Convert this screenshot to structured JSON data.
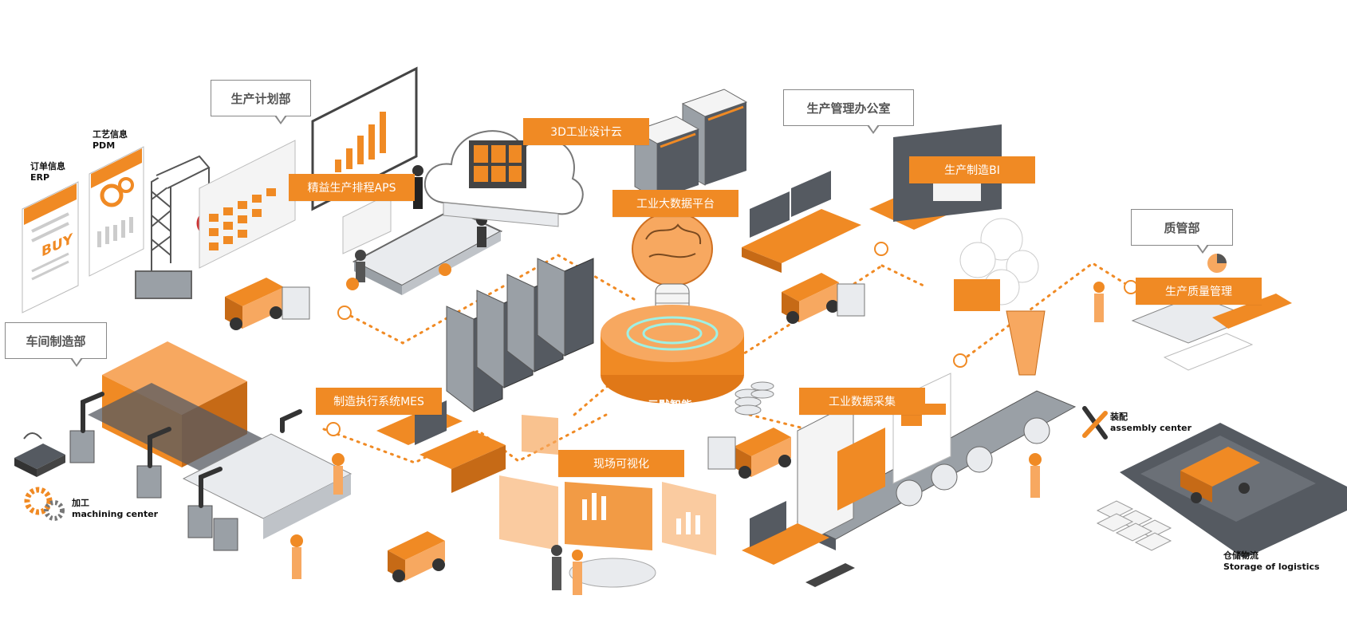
{
  "colors": {
    "accent": "#f08a24",
    "accent_light": "#f7a860",
    "accent_pale": "#fbd3ad",
    "dark_gray": "#555a61",
    "mid_gray": "#9aa0a6",
    "light_gray": "#e9ebee",
    "line": "#444444"
  },
  "labels": {
    "cloud_3d": "3D工业设计云",
    "aps": "精益生产排程APS",
    "big_data": "工业大数据平台",
    "bi": "生产制造BI",
    "quality_mgmt": "生产质量管理",
    "mes": "制造执行系统MES",
    "data_collect": "工业数据采集",
    "visualization": "现场可视化",
    "center": "元默智能"
  },
  "bubbles": {
    "planning": "生产计划部",
    "mgmt_office": "生产管理办公室",
    "quality_dept": "质管部",
    "workshop": "车间制造部"
  },
  "small": {
    "order_cn": "订单信息",
    "order_en": "ERP",
    "craft_cn": "工艺信息",
    "craft_en": "PDM",
    "process_cn": "加工",
    "process_en": "machining center",
    "assembly_cn": "装配",
    "assembly_en": "assembly center",
    "storage_cn": "仓储物流",
    "storage_en": "Storage of logistics",
    "buy": "BUY"
  },
  "icons": [
    "tower-crane-icon",
    "cloud-monitor-icon",
    "server-rack-icon",
    "brain-bulb-icon",
    "forklift-icon",
    "robot-arm-icon",
    "conveyor-icon",
    "worker-icon",
    "gear-icon",
    "router-icon",
    "wrench-icon",
    "warehouse-icon"
  ]
}
